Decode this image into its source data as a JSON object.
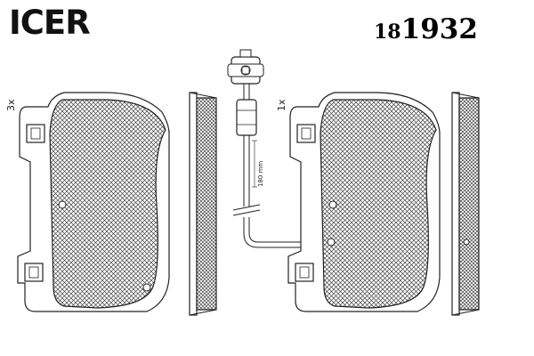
{
  "brand": {
    "logo_text": "ICER"
  },
  "part_number": {
    "prefix": "18",
    "main": "1932"
  },
  "pads": [
    {
      "quantity": "3x",
      "has_sensor": false
    },
    {
      "quantity": "1x",
      "has_sensor": true
    }
  ],
  "sensor": {
    "cable_length": "180 mm"
  },
  "colors": {
    "line": "#222222",
    "hatch": "#555555",
    "background": "#ffffff"
  }
}
